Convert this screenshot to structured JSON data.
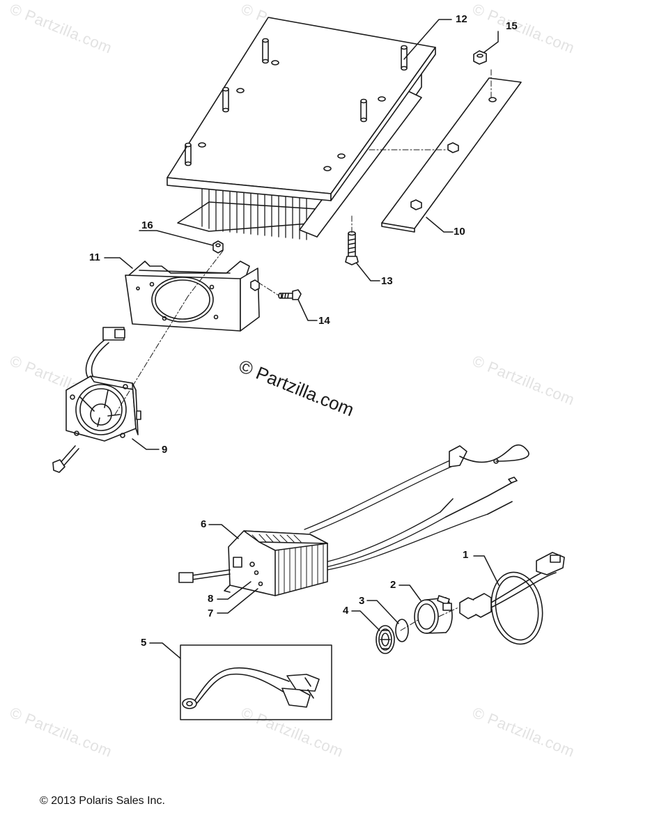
{
  "watermark": {
    "small_text": "© Partzilla.com",
    "main_text": "© Partzilla.com"
  },
  "callouts": {
    "c1": "1",
    "c2": "2",
    "c3": "3",
    "c4": "4",
    "c5": "5",
    "c6": "6",
    "c7": "7",
    "c8": "8",
    "c9": "9",
    "c10": "10",
    "c11": "11",
    "c12": "12",
    "c13": "13",
    "c14": "14",
    "c15": "15",
    "c16": "16"
  },
  "footer": {
    "copyright": "© 2013 Polaris Sales Inc."
  },
  "colors": {
    "line": "#1a1a1a",
    "watermark": "#969696"
  }
}
